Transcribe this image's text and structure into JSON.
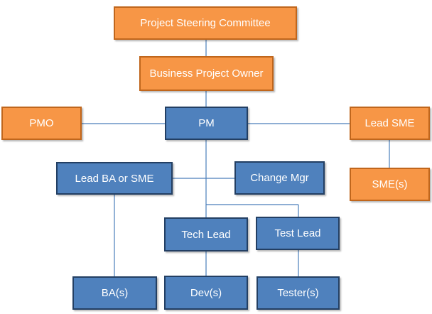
{
  "nodes": {
    "steering": "Project Steering Committee",
    "owner": "Business Project Owner",
    "pmo": "PMO",
    "pm": "PM",
    "lead_sme": "Lead SME",
    "sme": "SME(s)",
    "lead_ba": "Lead BA or SME",
    "change_mgr": "Change Mgr",
    "tech_lead": "Tech Lead",
    "test_lead": "Test Lead",
    "ba": "BA(s)",
    "dev": "Dev(s)",
    "tester": "Tester(s)"
  },
  "colors": {
    "orange": "#f79646",
    "blue": "#4f81bd",
    "connector": "#4a7ebb"
  }
}
